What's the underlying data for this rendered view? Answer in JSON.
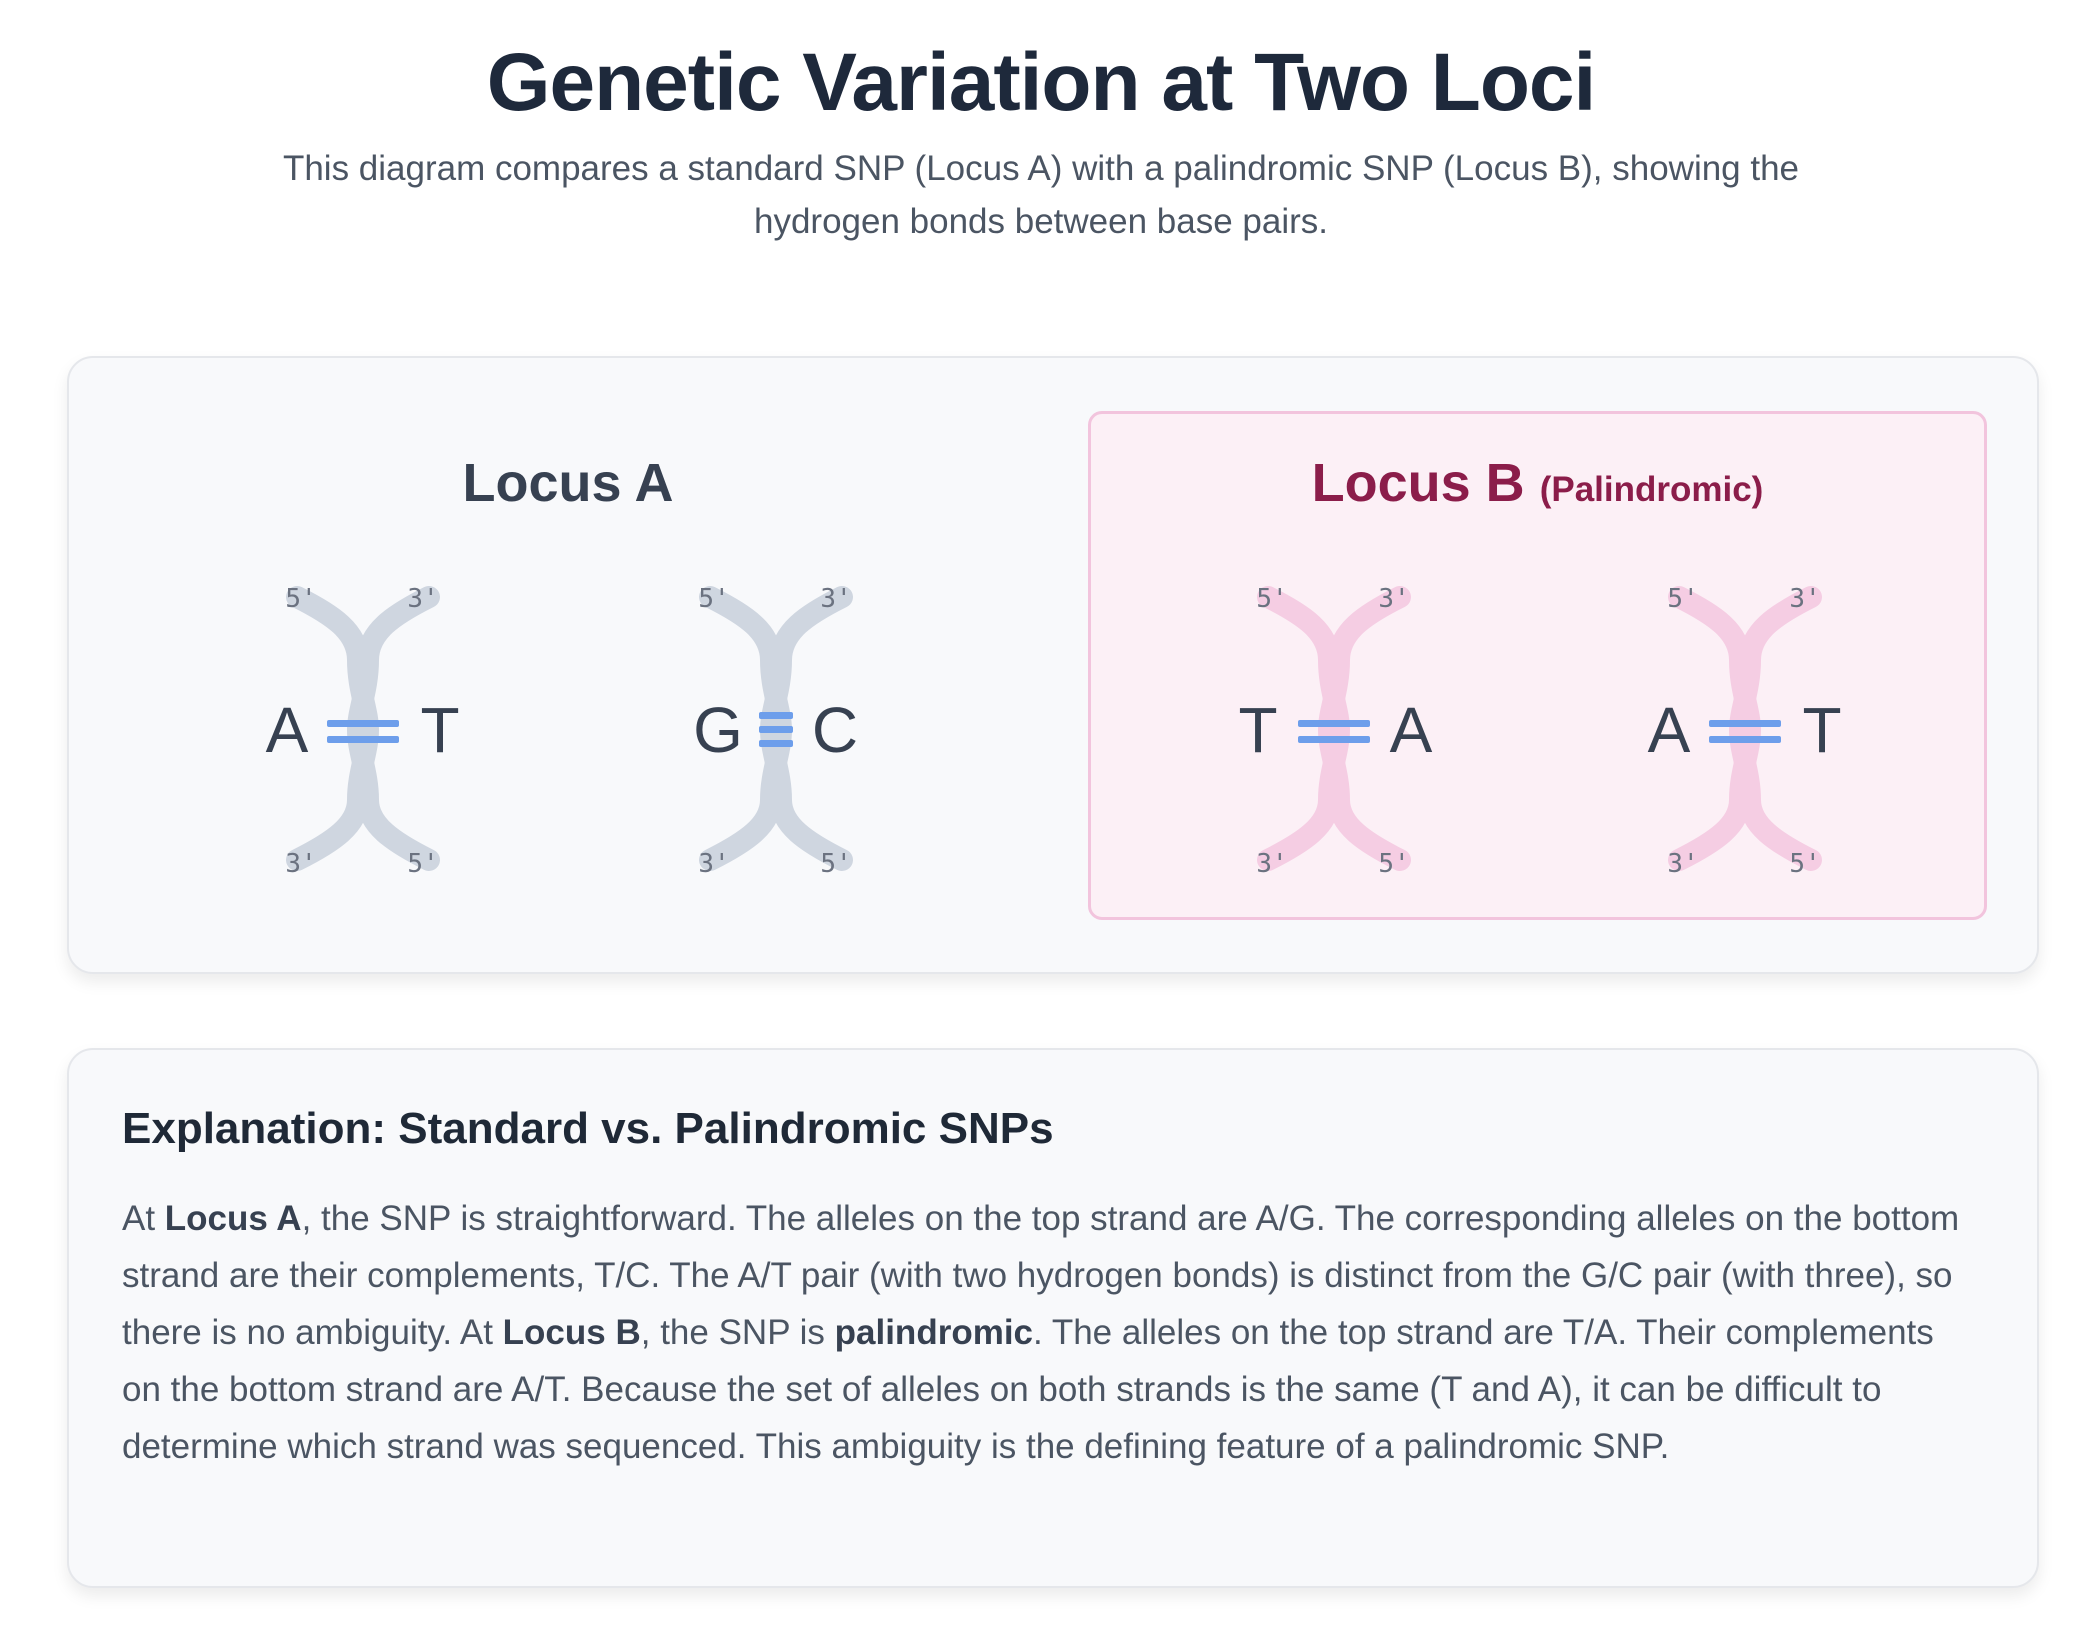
{
  "header": {
    "title": "Genetic Variation at Two Loci",
    "subtitle": "This diagram compares a standard SNP (Locus A) with a palindromic SNP (Locus B), showing the hydrogen bonds between base pairs."
  },
  "locus_a": {
    "title": "Locus A",
    "pairs": [
      {
        "left_base": "A",
        "right_base": "T",
        "hydrogen_bonds": 2
      },
      {
        "left_base": "G",
        "right_base": "C",
        "hydrogen_bonds": 3
      }
    ]
  },
  "locus_b": {
    "title": "Locus B",
    "subtitle": "(Palindromic)",
    "pairs": [
      {
        "left_base": "T",
        "right_base": "A",
        "hydrogen_bonds": 2
      },
      {
        "left_base": "A",
        "right_base": "T",
        "hydrogen_bonds": 2
      }
    ]
  },
  "strand_ends": {
    "top_left": "5'",
    "top_right": "3'",
    "bottom_left": "3'",
    "bottom_right": "5'"
  },
  "colors": {
    "strand_gray": "#cfd6e0",
    "strand_pink": "#f5cde3",
    "bond_blue": "#6d9eeb",
    "locus_b_accent": "#8b1d4a"
  },
  "explanation": {
    "heading": "Explanation: Standard vs. Palindromic SNPs",
    "p1": "At ",
    "locus_a": "Locus A",
    "p2": ", the SNP is straightforward. The alleles on the top strand are A/G. The corresponding alleles on the bottom strand are their complements, T/C. The A/T pair (with two hydrogen bonds) is distinct from the G/C pair (with three), so there is no ambiguity. At ",
    "locus_b": "Locus B",
    "p3": ", the SNP is ",
    "palindromic": "palindromic",
    "p4": ". The alleles on the top strand are T/A. Their complements on the bottom strand are A/T. Because the set of alleles on both strands is the same (T and A), it can be difficult to determine which strand was sequenced. This ambiguity is the defining feature of a palindromic SNP."
  }
}
